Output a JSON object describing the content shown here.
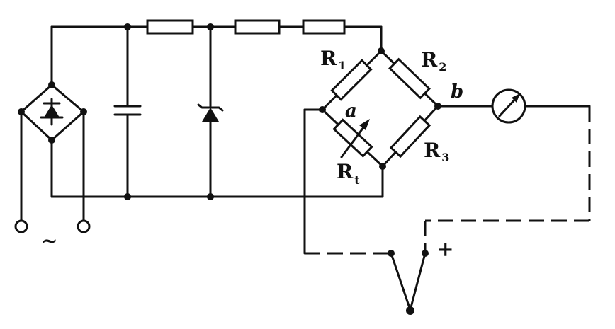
{
  "labels": {
    "r1": "R",
    "r1_sub": "1",
    "r2": "R",
    "r2_sub": "2",
    "r3": "R",
    "r3_sub": "3",
    "rt": "R",
    "rt_sub": "t",
    "node_a": "a",
    "node_b": "b",
    "plus": "+",
    "ac": "~"
  },
  "colors": {
    "ink": "#111111",
    "background": "#ffffff"
  }
}
